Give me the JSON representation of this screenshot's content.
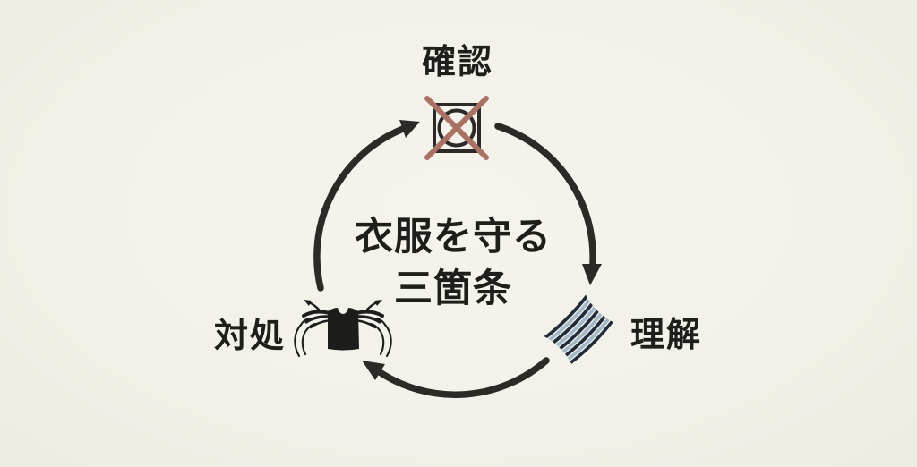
{
  "title": {
    "line1": "衣服を守る",
    "line2": "三箇条"
  },
  "cycle": {
    "type": "cycle-diagram",
    "direction": "clockwise",
    "steps": [
      {
        "label": "確認",
        "icon": "do-not-tumble-dry-icon",
        "position": "top"
      },
      {
        "label": "理解",
        "icon": "fabric-swatch-icon",
        "position": "right"
      },
      {
        "label": "対処",
        "icon": "stretch-shirt-hands-icon",
        "position": "left"
      }
    ]
  },
  "colors": {
    "bg": "#f2f1e9",
    "ink": "#2b2a26",
    "text": "#1e1e1a",
    "cross": "#a97265",
    "fabric-dark": "#222b39",
    "fabric-light": "#a3b9ca",
    "shirt": "#1d1d1b"
  }
}
